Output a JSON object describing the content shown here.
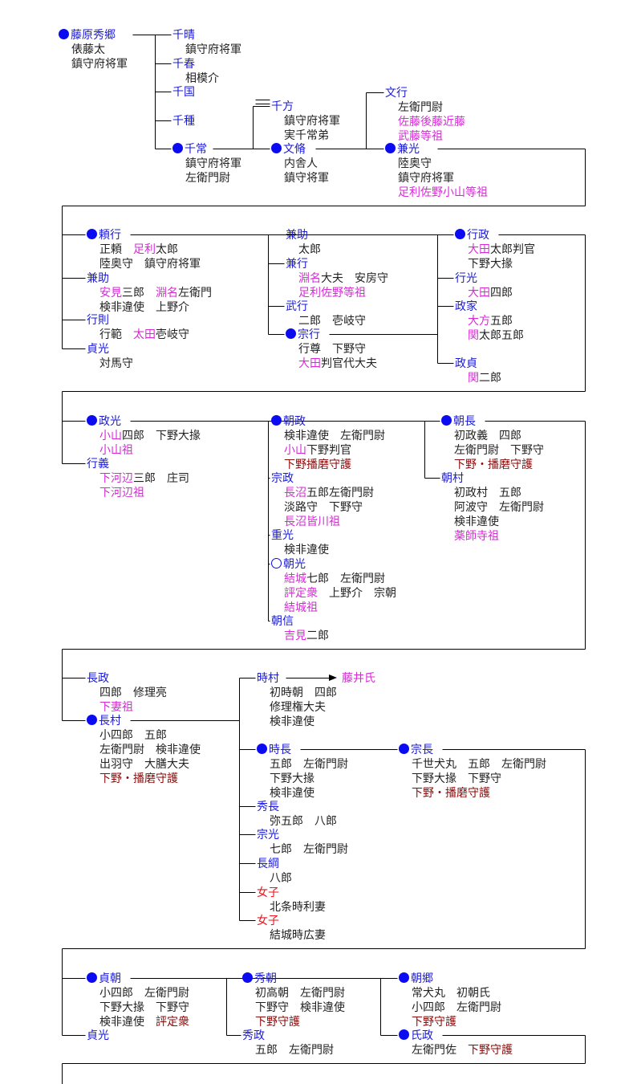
{
  "colors": {
    "name": "#1b1bd6",
    "plain": "#222222",
    "magenta": "#d62ad6",
    "darkred": "#8b0a0a",
    "female": "#e8141e",
    "dot": "#0b0bf2",
    "line": "#000000"
  },
  "nodes": [
    {
      "id": "hidesato",
      "name": "藤原秀郷",
      "mark": "dot",
      "lines": [
        [
          {
            "t": "俵藤太"
          }
        ],
        [
          {
            "t": "鎮守府将軍"
          }
        ]
      ]
    },
    {
      "id": "chiharu",
      "name": "千晴",
      "lines": [
        [
          {
            "t": "鎮守府将軍"
          }
        ]
      ]
    },
    {
      "id": "chiharu2",
      "name": "千春",
      "lines": [
        [
          {
            "t": "相模介"
          }
        ]
      ]
    },
    {
      "id": "chikuni",
      "name": "千国",
      "lines": []
    },
    {
      "id": "chitane",
      "name": "千種",
      "lines": []
    },
    {
      "id": "chitsune",
      "name": "千常",
      "mark": "dot",
      "lines": [
        [
          {
            "t": "鎮守府将軍"
          }
        ],
        [
          {
            "t": "左衛門尉"
          }
        ]
      ]
    },
    {
      "id": "chikata",
      "name": "千方",
      "lines": [
        [
          {
            "t": "鎮守府将軍"
          }
        ],
        [
          {
            "t": "実千常弟"
          }
        ]
      ]
    },
    {
      "id": "fumiyasu",
      "name": "文脩",
      "mark": "dot",
      "lines": [
        [
          {
            "t": "内舎人"
          }
        ],
        [
          {
            "t": "鎮守将軍"
          }
        ]
      ]
    },
    {
      "id": "fumiyuki",
      "name": "文行",
      "lines": [
        [
          {
            "t": "左衛門尉"
          }
        ],
        [
          {
            "t": "佐藤後藤近藤",
            "c": "mk"
          }
        ],
        [
          {
            "t": "武藤等祖",
            "c": "mk"
          }
        ]
      ]
    },
    {
      "id": "kanemitsu",
      "name": "兼光",
      "mark": "dot",
      "lines": [
        [
          {
            "t": "陸奥守"
          }
        ],
        [
          {
            "t": "鎮守府将軍"
          }
        ],
        [
          {
            "t": "足利佐野小山等祖",
            "c": "mk"
          }
        ]
      ]
    },
    {
      "id": "yoriyuki",
      "name": "頼行",
      "mark": "dot",
      "lines": [
        [
          {
            "t": "正頼　"
          },
          {
            "t": "足利",
            "c": "mk"
          },
          {
            "t": "太郎"
          }
        ],
        [
          {
            "t": "陸奥守　鎮守府将軍"
          }
        ]
      ]
    },
    {
      "id": "kanesuke1",
      "name": "兼助",
      "lines": [
        [
          {
            "t": "安見",
            "c": "mk"
          },
          {
            "t": "三郎　"
          },
          {
            "t": "淵名",
            "c": "mk"
          },
          {
            "t": "左衛門"
          }
        ],
        [
          {
            "t": "検非違使　上野介"
          }
        ]
      ]
    },
    {
      "id": "yukinori",
      "name": "行則",
      "lines": [
        [
          {
            "t": "行範　"
          },
          {
            "t": "太田",
            "c": "mk"
          },
          {
            "t": "壱岐守"
          }
        ]
      ]
    },
    {
      "id": "sadamitsu1",
      "name": "貞光",
      "lines": [
        [
          {
            "t": "対馬守"
          }
        ]
      ]
    },
    {
      "id": "kanesuke2",
      "name": "兼助",
      "lines": [
        [
          {
            "t": "太郎"
          }
        ]
      ]
    },
    {
      "id": "kaneyuki",
      "name": "兼行",
      "lines": [
        [
          {
            "t": "淵名",
            "c": "mk"
          },
          {
            "t": "大夫　安房守"
          }
        ],
        [
          {
            "t": "足利佐野等祖",
            "c": "mk"
          }
        ]
      ]
    },
    {
      "id": "takeyuki",
      "name": "武行",
      "lines": [
        [
          {
            "t": "二郎　壱岐守"
          }
        ]
      ]
    },
    {
      "id": "muneyuki",
      "name": "宗行",
      "mark": "dot",
      "lines": [
        [
          {
            "t": "行尊　下野守"
          }
        ],
        [
          {
            "t": "大田",
            "c": "mk"
          },
          {
            "t": "判官代大夫"
          }
        ]
      ]
    },
    {
      "id": "yukimasa",
      "name": "行政",
      "mark": "dot",
      "lines": [
        [
          {
            "t": "大田",
            "c": "mk"
          },
          {
            "t": "太郎判官"
          }
        ],
        [
          {
            "t": "下野大掾"
          }
        ]
      ]
    },
    {
      "id": "yukimitsu",
      "name": "行光",
      "lines": [
        [
          {
            "t": "大田",
            "c": "mk"
          },
          {
            "t": "四郎"
          }
        ]
      ]
    },
    {
      "id": "masaie",
      "name": "政家",
      "lines": [
        [
          {
            "t": "大方",
            "c": "mk"
          },
          {
            "t": "五郎"
          }
        ],
        [
          {
            "t": "関",
            "c": "mk"
          },
          {
            "t": "太郎五郎"
          }
        ]
      ]
    },
    {
      "id": "masasada",
      "name": "政貞",
      "lines": [
        [
          {
            "t": "関",
            "c": "mk"
          },
          {
            "t": "二郎"
          }
        ]
      ]
    },
    {
      "id": "masamitsu",
      "name": "政光",
      "mark": "dot",
      "lines": [
        [
          {
            "t": "小山",
            "c": "mk"
          },
          {
            "t": "四郎　下野大掾"
          }
        ],
        [
          {
            "t": "小山祖",
            "c": "mk"
          }
        ]
      ]
    },
    {
      "id": "yukiyoshi",
      "name": "行義",
      "lines": [
        [
          {
            "t": "下河辺",
            "c": "mk"
          },
          {
            "t": "三郎　庄司"
          }
        ],
        [
          {
            "t": "下河辺祖",
            "c": "mk"
          }
        ]
      ]
    },
    {
      "id": "tomomasa",
      "name": "朝政",
      "mark": "dot",
      "lines": [
        [
          {
            "t": "検非違使　左衛門尉"
          }
        ],
        [
          {
            "t": "小山",
            "c": "mk"
          },
          {
            "t": "下野判官"
          }
        ],
        [
          {
            "t": "下野播磨守護",
            "c": "rd"
          }
        ]
      ]
    },
    {
      "id": "munemasa",
      "name": "宗政",
      "lines": [
        [
          {
            "t": "長沼",
            "c": "mk"
          },
          {
            "t": "五郎左衛門尉"
          }
        ],
        [
          {
            "t": "淡路守　下野守"
          }
        ],
        [
          {
            "t": "長沼皆川祖",
            "c": "mk"
          }
        ]
      ]
    },
    {
      "id": "shigemitsu",
      "name": "重光",
      "lines": [
        [
          {
            "t": "検非違使"
          }
        ]
      ]
    },
    {
      "id": "tomomitsu",
      "name": "朝光",
      "mark": "ring",
      "lines": [
        [
          {
            "t": "結城",
            "c": "mk"
          },
          {
            "t": "七郎　左衛門尉"
          }
        ],
        [
          {
            "t": "評定衆",
            "c": "mk"
          },
          {
            "t": "　上野介　宗朝"
          }
        ],
        [
          {
            "t": "結城祖",
            "c": "mk"
          }
        ]
      ]
    },
    {
      "id": "tomonobu",
      "name": "朝信",
      "lines": [
        [
          {
            "t": "吉見",
            "c": "mk"
          },
          {
            "t": "二郎"
          }
        ]
      ]
    },
    {
      "id": "tomonaga",
      "name": "朝長",
      "mark": "dot",
      "lines": [
        [
          {
            "t": "初政義　四郎"
          }
        ],
        [
          {
            "t": "左衛門尉　下野守"
          }
        ],
        [
          {
            "t": "下野・播磨守護",
            "c": "rd"
          }
        ]
      ]
    },
    {
      "id": "tomomura",
      "name": "朝村",
      "lines": [
        [
          {
            "t": "初政村　五郎"
          }
        ],
        [
          {
            "t": "阿波守　左衛門尉"
          }
        ],
        [
          {
            "t": "検非違使"
          }
        ],
        [
          {
            "t": "薬師寺祖",
            "c": "mk"
          }
        ]
      ]
    },
    {
      "id": "nagamasa",
      "name": "長政",
      "lines": [
        [
          {
            "t": "四郎　修理亮"
          }
        ],
        [
          {
            "t": "下妻祖",
            "c": "mk"
          }
        ]
      ]
    },
    {
      "id": "nagamura",
      "name": "長村",
      "mark": "dot",
      "lines": [
        [
          {
            "t": "小四郎　五郎"
          }
        ],
        [
          {
            "t": "左衛門尉　検非違使"
          }
        ],
        [
          {
            "t": "出羽守　大膳大夫"
          }
        ],
        [
          {
            "t": "下野・播磨守護",
            "c": "rd"
          }
        ]
      ]
    },
    {
      "id": "tokimura",
      "name": "時村",
      "lines": [
        [
          {
            "t": "初時朝　四郎"
          }
        ],
        [
          {
            "t": "修理権大夫"
          }
        ],
        [
          {
            "t": "検非違使"
          }
        ]
      ]
    },
    {
      "id": "fujii",
      "name": "藤井氏",
      "nameClass": "mk",
      "lines": []
    },
    {
      "id": "tokinaga",
      "name": "時長",
      "mark": "dot",
      "lines": [
        [
          {
            "t": "五郎　左衛門尉"
          }
        ],
        [
          {
            "t": "下野大掾"
          }
        ],
        [
          {
            "t": "検非違使"
          }
        ]
      ]
    },
    {
      "id": "hidenaga",
      "name": "秀長",
      "lines": [
        [
          {
            "t": "弥五郎　八郎"
          }
        ]
      ]
    },
    {
      "id": "munemitsu",
      "name": "宗光",
      "lines": [
        [
          {
            "t": "七郎　左衛門尉"
          }
        ]
      ]
    },
    {
      "id": "nagatsuna",
      "name": "長綱",
      "lines": [
        [
          {
            "t": "八郎"
          }
        ]
      ]
    },
    {
      "id": "joshi1",
      "name": "女子",
      "nameClass": "female",
      "lines": [
        [
          {
            "t": "北条時利妻"
          }
        ]
      ]
    },
    {
      "id": "joshi2",
      "name": "女子",
      "nameClass": "female",
      "lines": [
        [
          {
            "t": "結城時広妻"
          }
        ]
      ]
    },
    {
      "id": "munenaga",
      "name": "宗長",
      "mark": "dot",
      "lines": [
        [
          {
            "t": "千世犬丸　五郎　左衛門尉"
          }
        ],
        [
          {
            "t": "下野大掾　下野守"
          }
        ],
        [
          {
            "t": "下野・播磨守護",
            "c": "rd"
          }
        ]
      ]
    },
    {
      "id": "sadatomo",
      "name": "貞朝",
      "mark": "dot",
      "lines": [
        [
          {
            "t": "小四郎　左衛門尉"
          }
        ],
        [
          {
            "t": "下野大掾　下野守"
          }
        ],
        [
          {
            "t": "検非違使　"
          },
          {
            "t": "評定衆",
            "c": "rd"
          }
        ]
      ]
    },
    {
      "id": "sadamitsu2",
      "name": "貞光",
      "lines": []
    },
    {
      "id": "hidetomo",
      "name": "秀朝",
      "mark": "dot",
      "lines": [
        [
          {
            "t": "初高朝　左衛門尉"
          }
        ],
        [
          {
            "t": "下野守　検非違使"
          }
        ],
        [
          {
            "t": "下野守護",
            "c": "rd"
          }
        ]
      ]
    },
    {
      "id": "hidemasa",
      "name": "秀政",
      "lines": [
        [
          {
            "t": "五郎　左衛門尉"
          }
        ]
      ]
    },
    {
      "id": "tomosato",
      "name": "朝郷",
      "mark": "dot",
      "lines": [
        [
          {
            "t": "常犬丸　初朝氏"
          }
        ],
        [
          {
            "t": "小四郎　左衛門尉"
          }
        ],
        [
          {
            "t": "下野守護",
            "c": "rd"
          }
        ]
      ]
    },
    {
      "id": "ujimasa",
      "name": "氏政",
      "mark": "dot",
      "lines": [
        [
          {
            "t": "左衛門佐　"
          },
          {
            "t": "下野守護",
            "c": "rd"
          }
        ]
      ]
    }
  ]
}
